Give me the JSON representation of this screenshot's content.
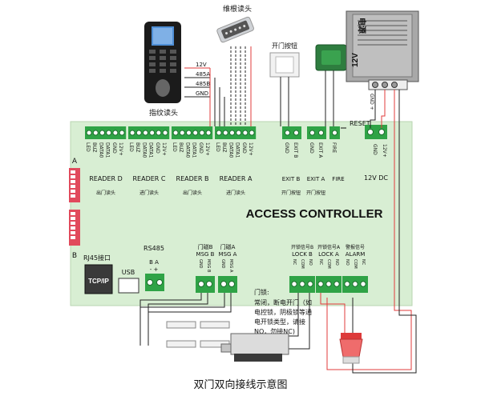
{
  "title": "ACCESS CONTROLLER",
  "caption": "双门双向接线示意图",
  "colors": {
    "board": "#d8eed3",
    "terminal": "#2fa346",
    "red_wire": "#e23b3b",
    "black_wire": "#222222",
    "dip": "#e14a5c"
  },
  "devices": {
    "fingerprint_reader": "指纹读头",
    "dimension_reader": "维根读头",
    "exit_button": "开门按钮",
    "power_supply": "电源",
    "power_12v": "12V",
    "power_terminals": "GND +"
  },
  "wire_labels": [
    "12V",
    "485A",
    "485B",
    "GND"
  ],
  "board_labels": {
    "dip_a": "A",
    "dip_b": "B",
    "rj45": "RJ45接口",
    "tcpip": "TCP/IP",
    "usb": "USB",
    "rs485": "RS485",
    "rs485_pins": "B  A",
    "rs485_pins2": "-  +",
    "power_in": "12V DC",
    "power_pins": [
      "GND",
      "12V+"
    ],
    "reset": "RESET"
  },
  "readers": [
    {
      "label": "READER D",
      "cn": "出门读头",
      "pins": [
        "LED",
        "BUZ",
        "DATA0",
        "DATA1",
        "GND",
        "12V+"
      ]
    },
    {
      "label": "READER C",
      "cn": "进门读头",
      "pins": [
        "LED",
        "BUZ",
        "DATA0",
        "DATA1",
        "GND",
        "12V+"
      ]
    },
    {
      "label": "READER B",
      "cn": "出门读头",
      "pins": [
        "LED",
        "BUZ",
        "DATA0",
        "DATA1",
        "GND",
        "12V+"
      ]
    },
    {
      "label": "READER A",
      "cn": "进门读头",
      "pins": [
        "LED",
        "BUZ",
        "DATA0",
        "DATA1",
        "GND",
        "12V+"
      ]
    }
  ],
  "exits": [
    {
      "label": "EXIT B",
      "cn": "开门按钮",
      "pins": [
        "GND",
        "EXIT B"
      ]
    },
    {
      "label": "EXIT A",
      "cn": "开门按钮",
      "pins": [
        "GND",
        "EXIT A"
      ]
    },
    {
      "label": "FIRE",
      "cn": "",
      "pins": [
        "FIRE"
      ]
    }
  ],
  "msgs": [
    {
      "cn": "门磁B",
      "label": "MSG B",
      "pins": [
        "GND",
        "MSG B"
      ]
    },
    {
      "cn": "门磁A",
      "label": "MSG A",
      "pins": [
        "GND",
        "MSG A"
      ]
    }
  ],
  "locks": [
    {
      "cn": "开锁信号B",
      "label": "LOCK B",
      "pins": [
        "NC",
        "COM",
        "NO"
      ]
    },
    {
      "cn": "开锁信号A",
      "label": "LOCK A",
      "pins": [
        "NC",
        "COM",
        "NO"
      ]
    },
    {
      "cn": "警报信号",
      "label": "ALARM",
      "pins": [
        "NO",
        "COM",
        "NC"
      ]
    }
  ],
  "lock_note": [
    "门锁:",
    "常闭，断电开门（如",
    "电控锁，阴极锁等通",
    "电开锁类型，请接",
    "NO，勿接NC)"
  ]
}
